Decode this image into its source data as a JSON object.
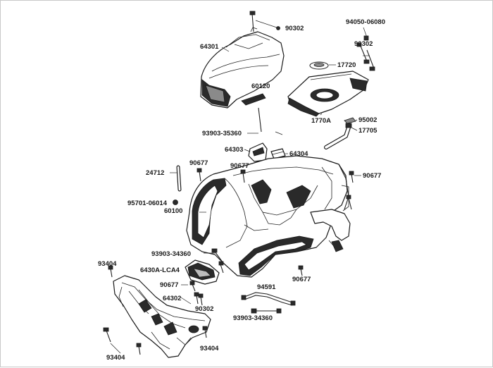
{
  "diagram": {
    "labels": {
      "p90302_top": "90302",
      "p94050": "94050-06080",
      "p90302_right": "90302",
      "p64301": "64301",
      "p17720": "17720",
      "p60120": "60120",
      "p1770A": "1770A",
      "p95002": "95002",
      "p17705": "17705",
      "p93903_35360": "93903-35360",
      "p64303": "64303",
      "p64304": "64304",
      "p24712": "24712",
      "p90677_a": "90677",
      "p90677_b": "90677",
      "p90677_c": "90677",
      "p95701": "95701-06014",
      "p60100": "60100",
      "p93903_34360_a": "93903-34360",
      "p93404_a": "93404",
      "p6430A": "6430A-LCA4",
      "p90677_d": "90677",
      "p90677_e": "90677",
      "p64302": "64302",
      "p90302_bottom": "90302",
      "p94591": "94591",
      "p93903_34360_b": "93903-34360",
      "p93404_b": "93404",
      "p93404_c": "93404"
    }
  }
}
